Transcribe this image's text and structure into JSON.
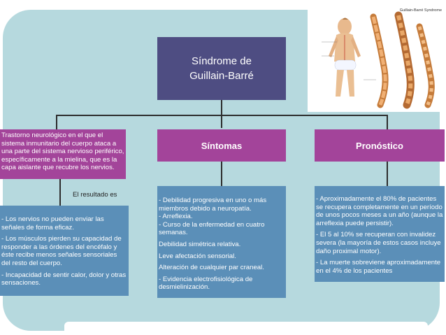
{
  "title": {
    "line1": "Síndrome de",
    "line2": "Guillain-Barré"
  },
  "definition": "Trastorno neurológico en el que el sistema inmunitario del cuerpo ataca a una parte del sistema nervioso periférico, específicamente a la mielina, que es la capa aislante que recubre los nervios.",
  "result_label": "El resultado es",
  "result_items": [
    "- Los nervios no pueden enviar las señales de forma eficaz.",
    "- Los músculos pierden su capacidad de responder a las órdenes del encéfalo y éste recibe menos señales sensoriales del resto del cuerpo.",
    "- Incapacidad de sentir calor, dolor y otras sensaciones."
  ],
  "symptoms": {
    "header": "Síntomas",
    "items": [
      "- Debilidad progresiva en uno o más miembros debido a neuropatía.",
      "- Arreflexia.",
      "- Curso de la enfermedad  en cuatro semanas.",
      "Debilidad simétrica relativa.",
      "Leve afectación sensorial.",
      "Alteración de cualquier par craneal.",
      "- Evidencia electrofisiológica de desmielinización."
    ]
  },
  "prognosis": {
    "header": "Pronóstico",
    "items": [
      "- Aproximadamente el 80% de pacientes se recupera completamente en un período de unos pocos meses a un año (aunque la arreflexia puede persistir).",
      "- El 5 al 10% se recuperan con invalidez severa (la mayoría de estos casos incluye daño proximal motor).",
      "- La muerte sobreviene aproximadamente en el 4% de los pacientes"
    ]
  },
  "figure": {
    "title": "Guillain-Barré Syndrome"
  },
  "colors": {
    "panel": "#b6d9de",
    "title_box": "#4e4d82",
    "header_box": "#a3449a",
    "content_box": "#5b8fb8"
  }
}
